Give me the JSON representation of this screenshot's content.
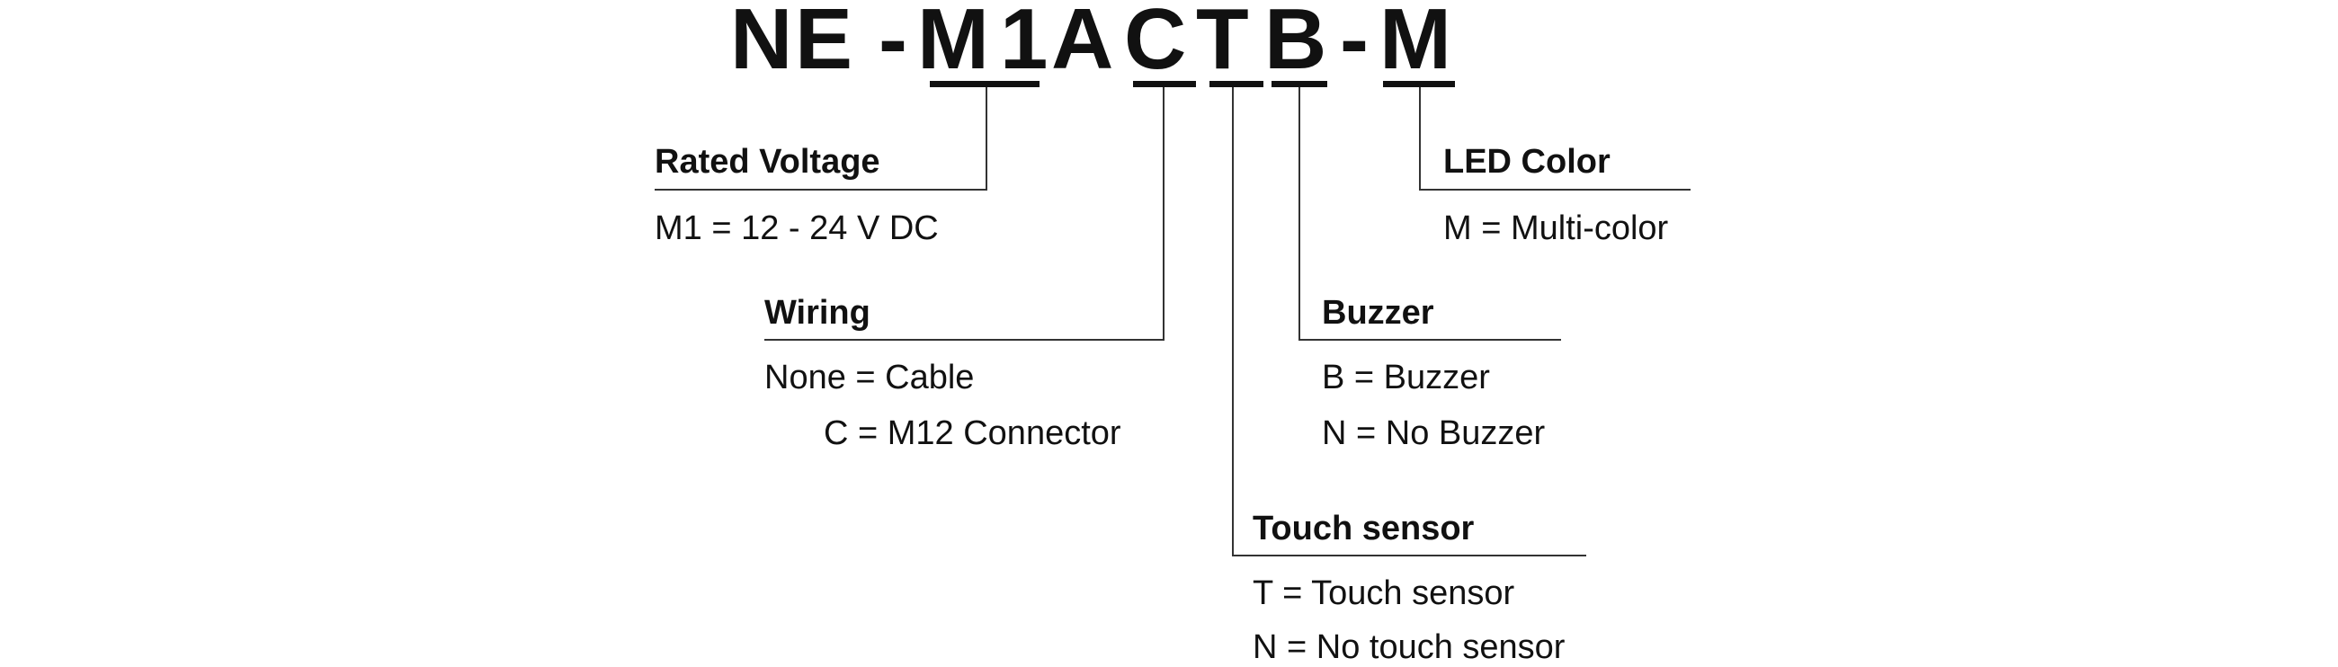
{
  "part_number": {
    "chars": [
      "N",
      "E",
      "-",
      "M",
      "1",
      "A",
      "C",
      "T",
      "B",
      "-",
      "M"
    ]
  },
  "groups": {
    "rated_voltage": {
      "label": "Rated Voltage",
      "options": [
        "M1 = 12 - 24 V DC"
      ]
    },
    "wiring": {
      "label": "Wiring",
      "options": [
        "None = Cable",
        "C = M12 Connector"
      ]
    },
    "touch_sensor": {
      "label": "Touch sensor",
      "options": [
        "T = Touch sensor",
        "N = No touch sensor"
      ]
    },
    "buzzer": {
      "label": "Buzzer",
      "options": [
        "B = Buzzer",
        "N = No Buzzer"
      ]
    },
    "led_color": {
      "label": "LED Color",
      "options": [
        "M = Multi-color"
      ]
    }
  },
  "colors": {
    "text": "#111111",
    "lines": "#333333",
    "background": "#ffffff"
  }
}
